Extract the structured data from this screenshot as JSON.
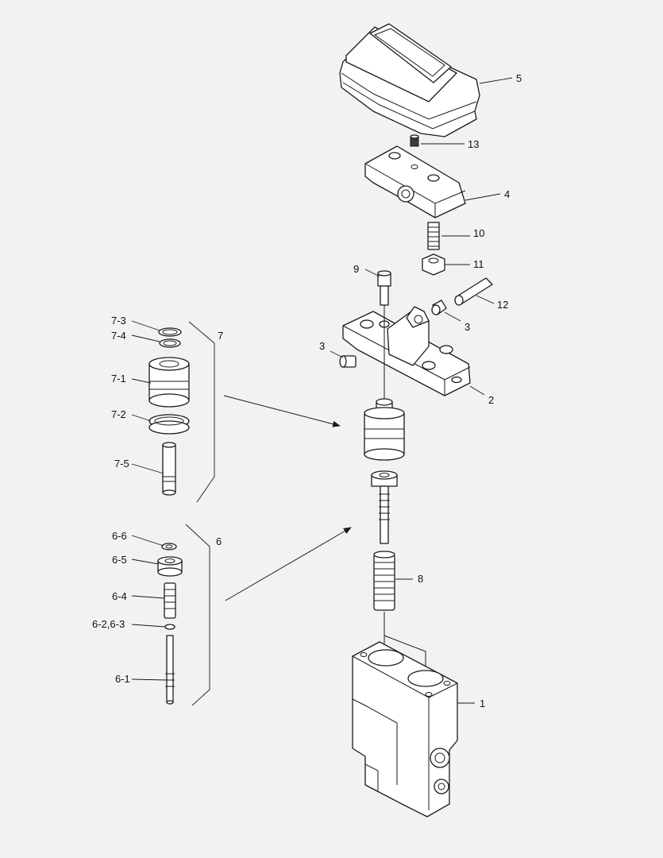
{
  "callouts": {
    "c1": "1",
    "c2": "2",
    "c3a": "3",
    "c3b": "3",
    "c4": "4",
    "c5": "5",
    "c6": "6",
    "c6_1": "6-1",
    "c6_23": "6-2,6-3",
    "c6_4": "6-4",
    "c6_5": "6-5",
    "c6_6": "6-6",
    "c7": "7",
    "c7_1": "7-1",
    "c7_2": "7-2",
    "c7_3": "7-3",
    "c7_4": "7-4",
    "c7_5": "7-5",
    "c8": "8",
    "c9": "9",
    "c10": "10",
    "c11": "11",
    "c12": "12",
    "c13": "13"
  }
}
